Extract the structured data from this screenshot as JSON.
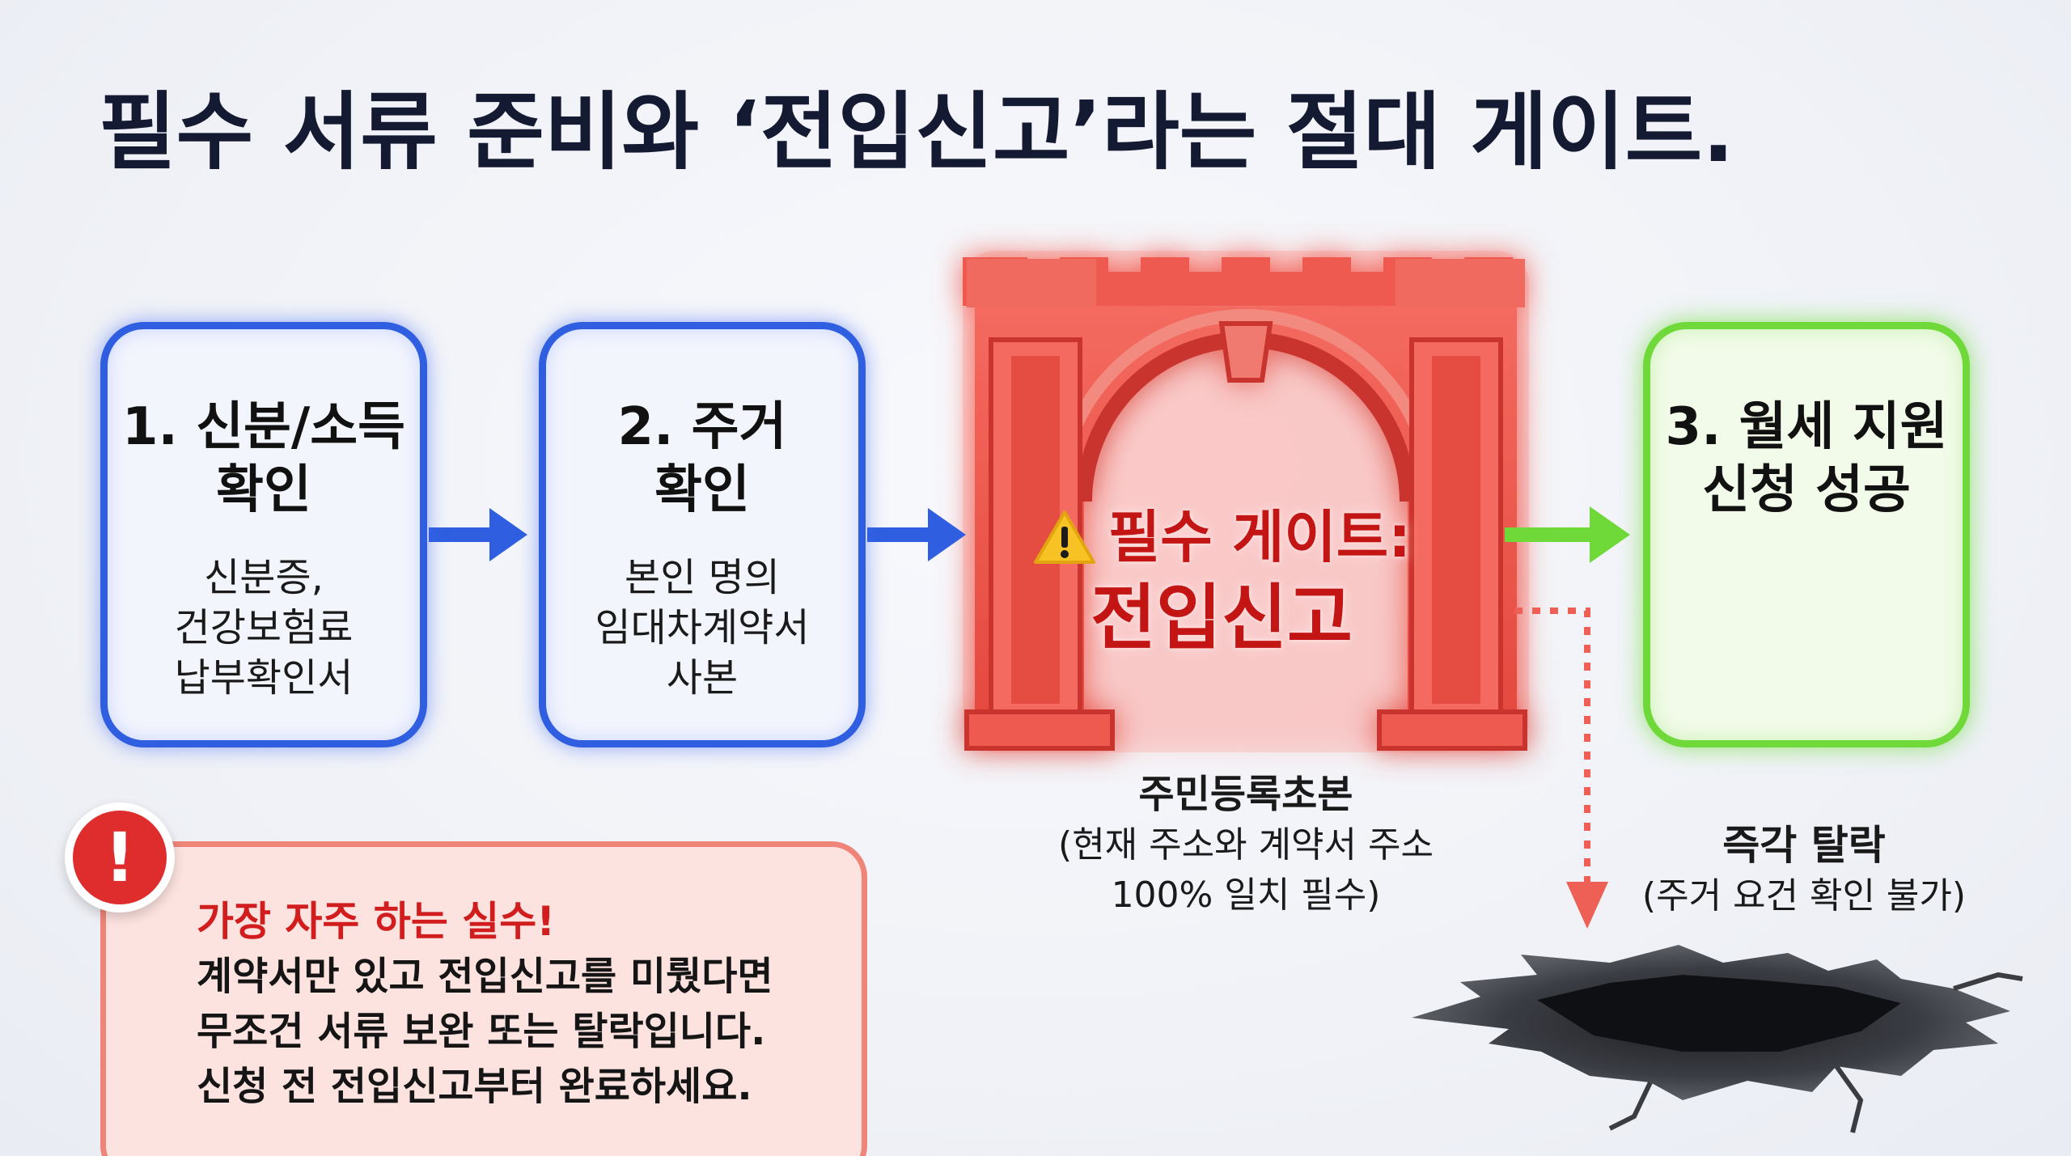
{
  "title": "필수 서류 준비와 ‘전입신고’라는 절대 게이트.",
  "steps": [
    {
      "head_line1": "1. 신분/소득",
      "head_line2": "확인",
      "detail_lines": [
        "신분증,",
        "건강보험료",
        "납부확인서"
      ]
    },
    {
      "head_line1": "2. 주거",
      "head_line2": "확인",
      "detail_lines": [
        "본인 명의",
        "임대차계약서",
        "사본"
      ]
    },
    {
      "head_line1": "3. 월세 지원",
      "head_line2": "신청 성공"
    }
  ],
  "gate": {
    "label_line1": "필수 게이트:",
    "label_line2": "전입신고",
    "caption_title": "주민등록초본",
    "caption_lines": [
      "(현재 주소와 계약서 주소",
      "100% 일치 필수)"
    ]
  },
  "fail": {
    "title": "즉각 탈락",
    "subtitle": "(주거 요건 확인 불가)"
  },
  "mistake": {
    "heading": "가장 자주 하는 실수!",
    "lines": [
      "계약서만 있고 전입신고를 미뤘다면",
      "무조건 서류 보완 또는 탈락입니다.",
      "신청 전 전입신고부터 완료하세요."
    ],
    "alert_glyph": "!"
  },
  "colors": {
    "step_border": "#2f5fe0",
    "success_border": "#6fd93a",
    "gate_red": "#f0584e",
    "warning_red": "#d11d1d",
    "arrow_blue": "#2f5fe0",
    "arrow_green": "#6fd93a",
    "dotted_red": "#ee6055"
  },
  "icons": [
    "arrow-right-icon",
    "warning-triangle-icon",
    "checkmark-icon",
    "dotted-arrow-down-icon",
    "alert-icon",
    "ground-crack-icon",
    "gate-arch-icon"
  ]
}
